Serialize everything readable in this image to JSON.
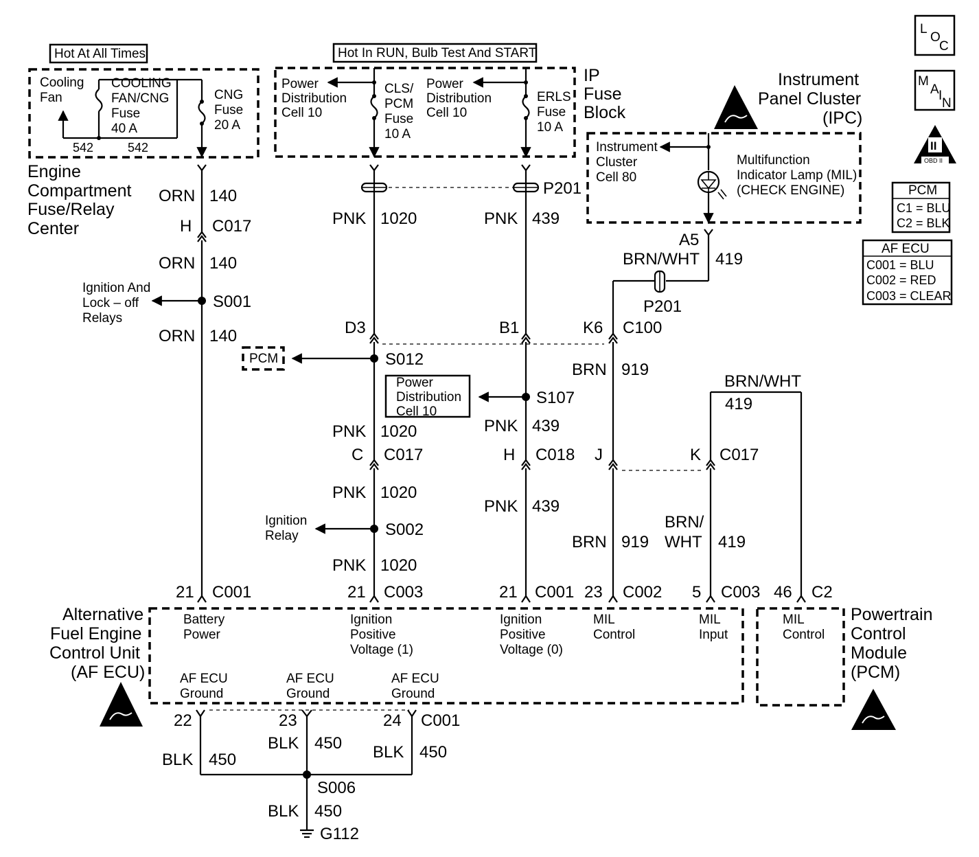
{
  "header": {
    "hot_all_times": "Hot At All Times",
    "hot_run": "Hot In RUN, Bulb Test And START"
  },
  "badges": {
    "loc": [
      "L",
      "O",
      "C"
    ],
    "main": [
      "M",
      "A",
      "I",
      "N"
    ],
    "obd": "OBD II",
    "obd_roman": "II"
  },
  "connector_legends": {
    "pcm": {
      "title": "PCM",
      "rows": [
        "C1 = BLU",
        "C2 = BLK"
      ]
    },
    "af_ecu": {
      "title": "AF ECU",
      "rows": [
        "C001 = BLU",
        "C002 = RED",
        "C003 = CLEAR"
      ]
    }
  },
  "engine_compartment": {
    "cooling_fan": [
      "Cooling",
      "Fan"
    ],
    "cooling_fuse": [
      "COOLING",
      "FAN/CNG",
      "Fuse",
      "40 A"
    ],
    "cng_fuse": [
      "CNG",
      "Fuse",
      "20 A"
    ],
    "wire_542_a": "542",
    "wire_542_b": "542",
    "name": [
      "Engine",
      "Compartment",
      "Fuse/Relay",
      "Center"
    ]
  },
  "ip_fuse_block": {
    "pdc_left": [
      "Power",
      "Distribution",
      "Cell 10"
    ],
    "cls_fuse": [
      "CLS/",
      "PCM",
      "Fuse",
      "10 A"
    ],
    "pdc_right": [
      "Power",
      "Distribution",
      "Cell 10"
    ],
    "erls_fuse": [
      "ERLS",
      "Fuse",
      "10 A"
    ],
    "name": [
      "IP",
      "Fuse",
      "Block"
    ]
  },
  "ipc": {
    "name": [
      "Instrument",
      "Panel Cluster",
      "(IPC)"
    ],
    "cell": [
      "Instrument",
      "Cluster",
      "Cell 80"
    ],
    "mil": [
      "Multifunction",
      "Indicator Lamp (MIL)",
      "(CHECK ENGINE)"
    ]
  },
  "circuit_140": {
    "orn1": "ORN",
    "num1": "140",
    "c017_pin": "H",
    "c017": "C017",
    "orn2": "ORN",
    "num2": "140",
    "ign_lock": [
      "Ignition And",
      "Lock – off",
      "Relays"
    ],
    "s001": "S001",
    "orn3": "ORN",
    "num3": "140",
    "pin": "21",
    "conn": "C001"
  },
  "circuit_1020": {
    "pnk1": "PNK",
    "num1": "1020",
    "d3": "D3",
    "pcm_ref": "PCM",
    "s012": "S012",
    "pnk2": "PNK",
    "num2": "1020",
    "c_pin": "C",
    "c017": "C017",
    "pnk3": "PNK",
    "num3": "1020",
    "ign_relay": [
      "Ignition",
      "Relay"
    ],
    "s002": "S002",
    "pnk4": "PNK",
    "num4": "1020",
    "pin": "21",
    "conn": "C003"
  },
  "circuit_439": {
    "p201": "P201",
    "pnk1": "PNK",
    "num1": "439",
    "b1": "B1",
    "pdc": [
      "Power",
      "Distribution",
      "Cell 10"
    ],
    "s107": "S107",
    "pnk2": "PNK",
    "num2": "439",
    "h_pin": "H",
    "c018": "C018",
    "pnk3": "PNK",
    "num3": "439",
    "pin": "21",
    "conn": "C001"
  },
  "circuit_919": {
    "a5": "A5",
    "brn_wht": "BRN/WHT",
    "num419": "419",
    "p201": "P201",
    "k6": "K6",
    "c100": "C100",
    "brn1": "BRN",
    "num1": "919",
    "j_pin": "J",
    "brn2": "BRN",
    "num2": "919",
    "pin": "23",
    "conn": "C002"
  },
  "circuit_419": {
    "brn_wht": "BRN/WHT",
    "num_top": "419",
    "k_pin": "K",
    "c017": "C017",
    "brn_wht2": [
      "BRN/",
      "WHT"
    ],
    "num2": "419",
    "pin": "5",
    "conn": "C003",
    "pin_pcm": "46",
    "conn_pcm": "C2"
  },
  "af_ecu": {
    "name": [
      "Alternative",
      "Fuel Engine",
      "Control Unit",
      "(AF ECU)"
    ],
    "battery": [
      "Battery",
      "Power"
    ],
    "ign1": [
      "Ignition",
      "Positive",
      "Voltage (1)"
    ],
    "ign0": [
      "Ignition",
      "Positive",
      "Voltage (0)"
    ],
    "mil_ctrl": [
      "MIL",
      "Control"
    ],
    "mil_input": [
      "MIL",
      "Input"
    ],
    "ground1": [
      "AF ECU",
      "Ground"
    ],
    "ground2": [
      "AF ECU",
      "Ground"
    ],
    "ground3": [
      "AF ECU",
      "Ground"
    ]
  },
  "pcm": {
    "name": [
      "Powertrain",
      "Control",
      "Module",
      "(PCM)"
    ],
    "mil_ctrl": [
      "MIL",
      "Control"
    ]
  },
  "ground": {
    "pin22": "22",
    "pin23": "23",
    "pin24": "24",
    "conn": "C001",
    "blk1": "BLK",
    "num1": "450",
    "blk2": "BLK",
    "num2": "450",
    "blk3": "BLK",
    "num3": "450",
    "s006": "S006",
    "blk4": "BLK",
    "num4": "450",
    "g112": "G112"
  }
}
